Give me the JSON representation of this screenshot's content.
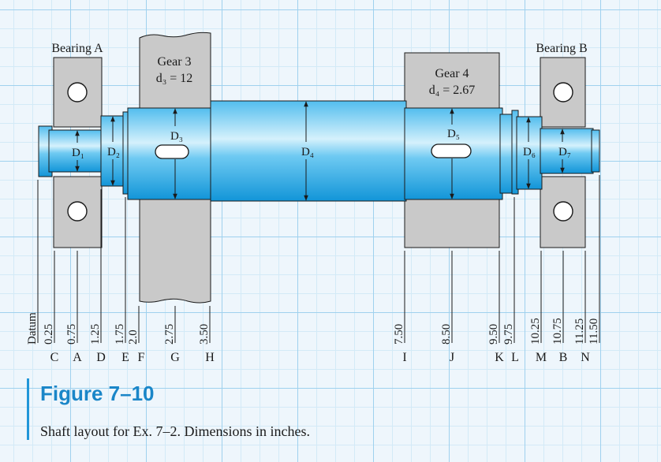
{
  "figure": {
    "title": "Figure 7–10",
    "caption": "Shaft layout for Ex. 7–2. Dimensions in inches."
  },
  "bearing_a": {
    "label": "Bearing A"
  },
  "bearing_b": {
    "label": "Bearing B"
  },
  "gear3": {
    "name": "Gear 3",
    "diameter_label": "d₃ = 12"
  },
  "gear4": {
    "name": "Gear 4",
    "diameter_label": "d₄ = 2.67"
  },
  "diameters": {
    "D1": "D₁",
    "D2": "D₂",
    "D3": "D₃",
    "D4": "D₄",
    "D5": "D₅",
    "D6": "D₆",
    "D7": "D₇"
  },
  "stations": [
    {
      "value": "Datum",
      "letter": ""
    },
    {
      "value": "0.25",
      "letter": "C"
    },
    {
      "value": "0.75",
      "letter": "A"
    },
    {
      "value": "1.25",
      "letter": "D"
    },
    {
      "value": "1.75",
      "letter": "E"
    },
    {
      "value": "2.0",
      "letter": "F"
    },
    {
      "value": "2.75",
      "letter": "G"
    },
    {
      "value": "3.50",
      "letter": "H"
    },
    {
      "value": "7.50",
      "letter": "I"
    },
    {
      "value": "8.50",
      "letter": "J"
    },
    {
      "value": "9.50",
      "letter": "K"
    },
    {
      "value": "9.75",
      "letter": "L"
    },
    {
      "value": "10.25",
      "letter": "M"
    },
    {
      "value": "10.75",
      "letter": "B"
    },
    {
      "value": "11.25",
      "letter": "N"
    },
    {
      "value": "11.50",
      "letter": ""
    }
  ],
  "colors": {
    "shaft": "#1fa9e6",
    "shaft_highlight": "#bfe8fa",
    "component": "#c9c9c9",
    "outline": "#1a1a1a",
    "title_blue": "#1a86c8",
    "grid": "#9fd1ee"
  }
}
